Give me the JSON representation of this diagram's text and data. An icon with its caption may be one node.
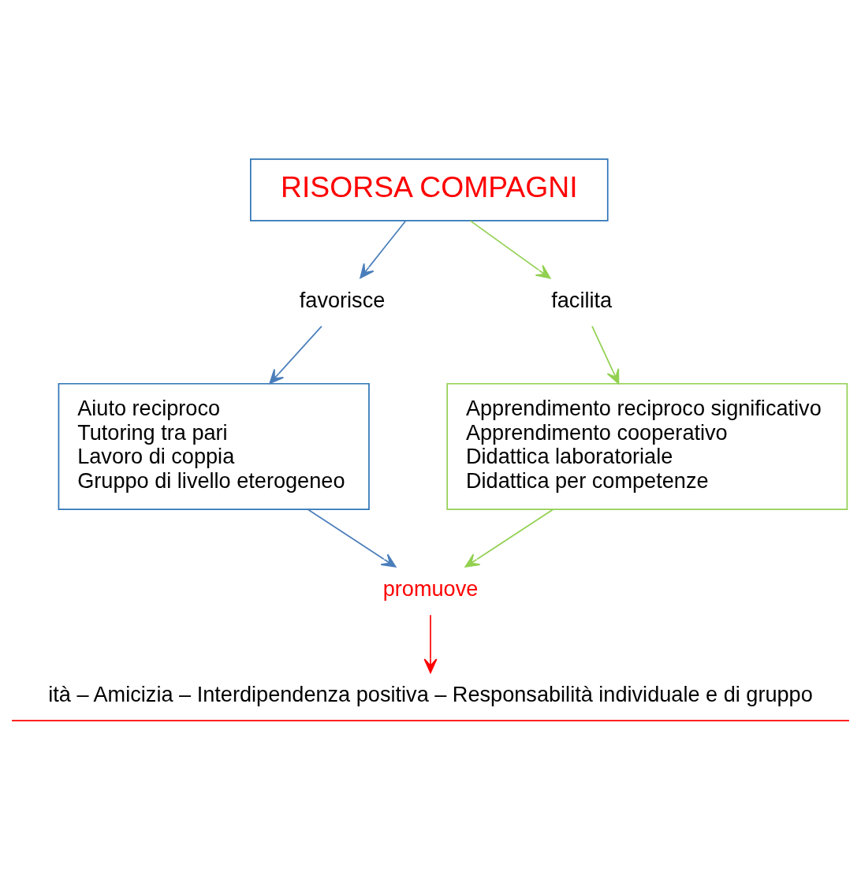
{
  "diagram": {
    "nodes": [
      {
        "text": [
          "RISORSA COMPAGNI"
        ]
      },
      {
        "text": [
          "favorisce"
        ]
      },
      {
        "text": [
          "facilita"
        ]
      },
      {
        "text": [
          "Aiuto reciproco",
          "Tutoring tra pari",
          "Lavoro di coppia",
          "Gruppo di livello eterogeneo"
        ]
      },
      {
        "text": [
          "Apprendimento reciproco significativo",
          "Apprendimento cooperativo",
          "Didattica laboratoriale",
          "Didattica per competenze"
        ]
      },
      {
        "text": [
          "promuove"
        ]
      },
      {
        "text": [
          "ità – Amicizia – Interdipendenza positiva – Responsabilità individuale e di gruppo"
        ]
      }
    ],
    "edges": [
      {
        "from": 0,
        "to": 1,
        "arrow": "to",
        "color": "#4a7ebb"
      },
      {
        "from": 0,
        "to": 2,
        "arrow": "to",
        "color": "#92d050"
      },
      {
        "from": 1,
        "to": 3,
        "arrow": "to",
        "color": "#4a7ebb"
      },
      {
        "from": 2,
        "to": 4,
        "arrow": "to",
        "color": "#92d050"
      },
      {
        "from": 3,
        "to": 5,
        "arrow": "to",
        "color": "#4a7ebb"
      },
      {
        "from": 4,
        "to": 5,
        "arrow": "to",
        "color": "#92d050"
      },
      {
        "from": 5,
        "to": 6,
        "arrow": "to",
        "color": "#ff0000"
      }
    ]
  }
}
